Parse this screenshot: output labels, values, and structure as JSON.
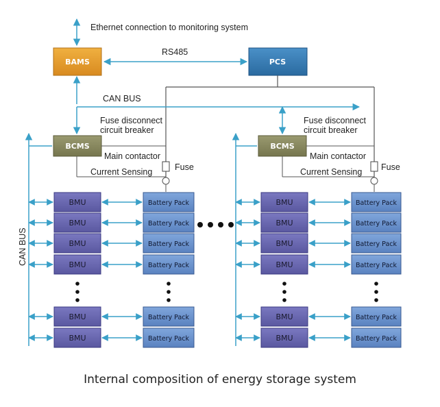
{
  "caption": "Internal composition of energy storage system",
  "labels": {
    "ethernet": "Ethernet connection to monitoring system",
    "rs485": "RS485",
    "can_bus_top": "CAN  BUS",
    "can_bus_side": "CAN  BUS",
    "fuse_disconnect_1": "Fuse disconnect",
    "circuit_breaker_1": "circuit breaker",
    "main_contactor_1": "Main contactor",
    "fuse_1": "Fuse",
    "current_sensing_1": "Current Sensing",
    "fuse_disconnect_2": "Fuse disconnect",
    "circuit_breaker_2": "circuit breaker",
    "main_contactor_2": "Main contactor",
    "fuse_2": "Fuse",
    "current_sensing_2": "Current Sensing"
  },
  "boxes": {
    "bams": "BAMS",
    "pcs": "PCS",
    "bcms_1": "BCMS",
    "bcms_2": "BCMS",
    "bmu": "BMU",
    "battery_pack": "Battery Pack"
  },
  "colors": {
    "bams": "#e8a030",
    "pcs": "#3a80b8",
    "bcms": "#8a8a60",
    "bmu": "#6a68b0",
    "battery_pack": "#6a90cc",
    "arrow": "#3aa0c8",
    "line": "#555555"
  }
}
